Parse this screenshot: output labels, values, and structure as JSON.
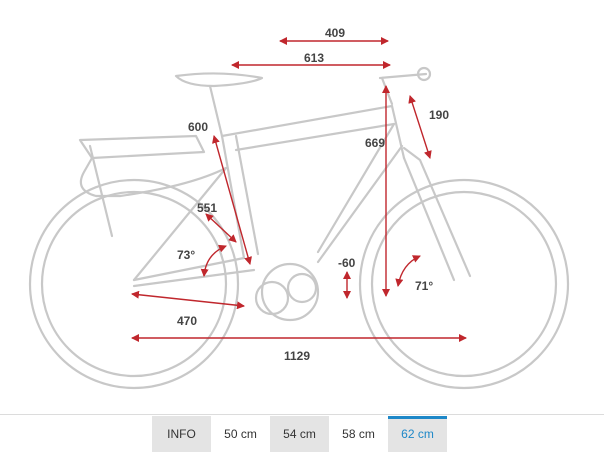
{
  "geometry": {
    "dimensions": {
      "reach": "409",
      "stack_to_top_tube": "613",
      "head_tube": "190",
      "seat_tube": "600",
      "stack": "669",
      "seat_tube_to_dropout": "551",
      "seat_angle": "73°",
      "head_angle": "71°",
      "bb_drop": "-60",
      "chainstay": "470",
      "wheelbase": "1129"
    },
    "colors": {
      "arrow": "#c0272d",
      "frame": "#c8c8c8",
      "text": "#444444"
    }
  },
  "size_tabs": [
    {
      "label": "INFO"
    },
    {
      "label": "50 cm"
    },
    {
      "label": "54 cm"
    },
    {
      "label": "58 cm"
    },
    {
      "label": "62 cm",
      "selected": true
    }
  ],
  "accent_color": "#1e88c8"
}
